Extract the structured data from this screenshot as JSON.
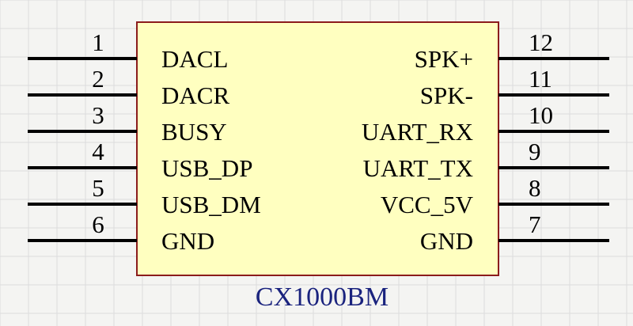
{
  "colors": {
    "background": "#f4f4f2",
    "grid": "#dcdcdc",
    "body_fill": "#ffffc0",
    "body_stroke": "#8b1c1c",
    "pin": "#000000",
    "part_label": "#1a237e"
  },
  "component": {
    "name": "CX1000BM",
    "left_pins": [
      {
        "number": "1",
        "name": "DACL"
      },
      {
        "number": "2",
        "name": "DACR"
      },
      {
        "number": "3",
        "name": "BUSY"
      },
      {
        "number": "4",
        "name": "USB_DP"
      },
      {
        "number": "5",
        "name": "USB_DM"
      },
      {
        "number": "6",
        "name": "GND"
      }
    ],
    "right_pins": [
      {
        "number": "12",
        "name": "SPK+"
      },
      {
        "number": "11",
        "name": "SPK-"
      },
      {
        "number": "10",
        "name": "UART_RX"
      },
      {
        "number": "9",
        "name": "UART_TX"
      },
      {
        "number": "8",
        "name": "VCC_5V"
      },
      {
        "number": "7",
        "name": "GND"
      }
    ]
  }
}
